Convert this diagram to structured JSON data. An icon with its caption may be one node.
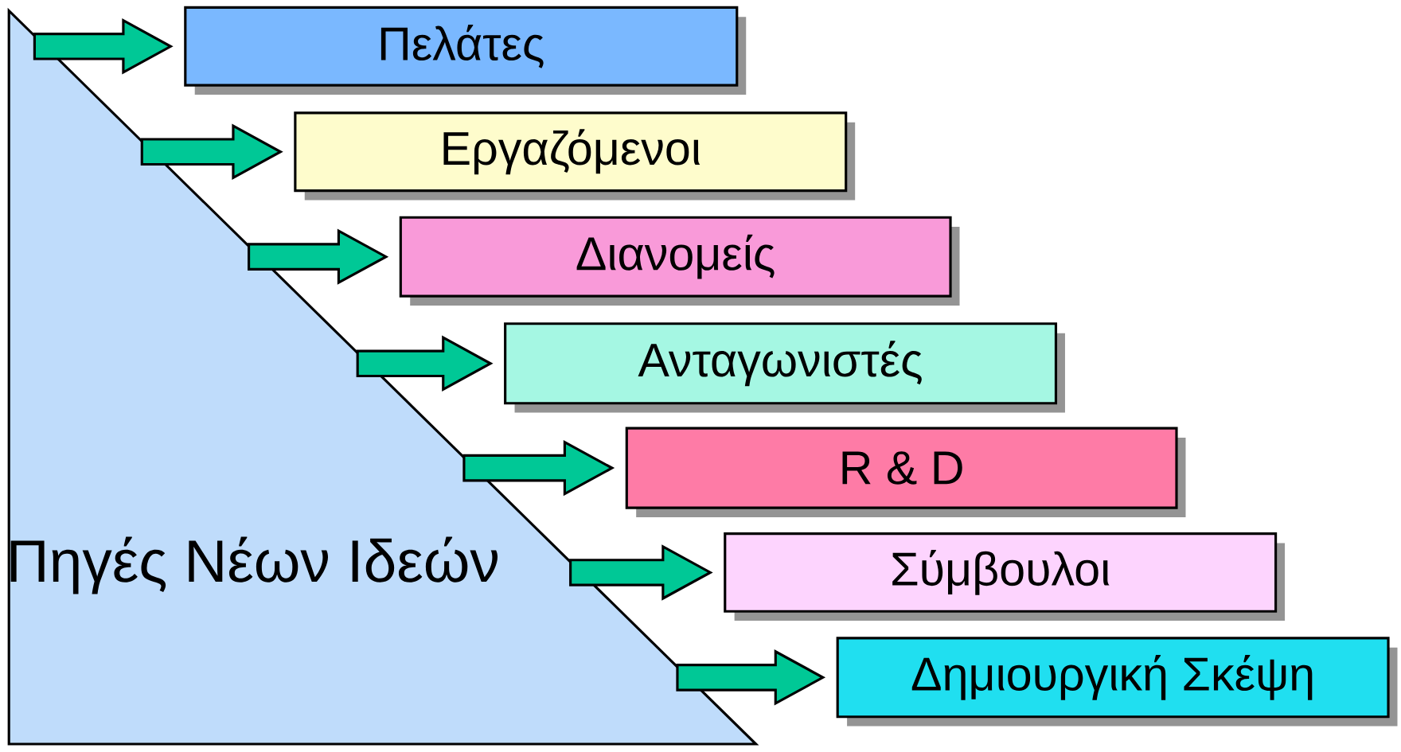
{
  "diagram": {
    "nodes": [
      {
        "text": [
          "Πηγές Νέων Ιδεών"
        ]
      },
      {
        "text": [
          "Πελάτες"
        ]
      },
      {
        "text": [
          "Εργαζόμενοι"
        ]
      },
      {
        "text": [
          "Διανομείς"
        ]
      },
      {
        "text": [
          "Ανταγωνιστές"
        ]
      },
      {
        "text": [
          "R & D"
        ]
      },
      {
        "text": [
          "Σύμβουλοι"
        ]
      },
      {
        "text": [
          "Δημιουργική Σκέψη"
        ]
      }
    ],
    "edges": [
      {
        "from": 0,
        "to": 1,
        "arrow": "to"
      },
      {
        "from": 0,
        "to": 2,
        "arrow": "to"
      },
      {
        "from": 0,
        "to": 3,
        "arrow": "to"
      },
      {
        "from": 0,
        "to": 4,
        "arrow": "to"
      },
      {
        "from": 0,
        "to": 5,
        "arrow": "to"
      },
      {
        "from": 0,
        "to": 6,
        "arrow": "to"
      },
      {
        "from": 0,
        "to": 7,
        "arrow": "to"
      }
    ]
  }
}
